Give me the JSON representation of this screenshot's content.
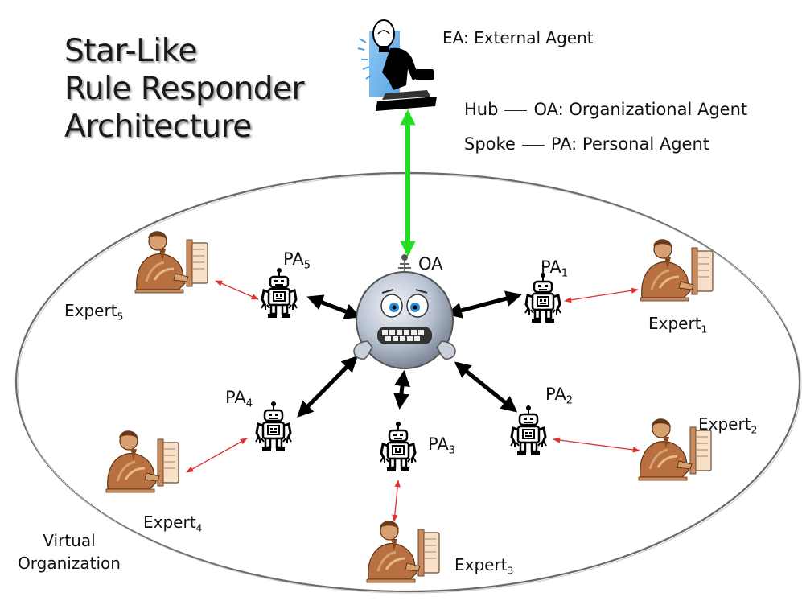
{
  "title": {
    "line1": "Star-Like",
    "line2": "Rule Responder",
    "line3": "Architecture"
  },
  "external_agent": {
    "label": "EA: External Agent"
  },
  "legend": {
    "hub": {
      "term": "Hub",
      "definition": "OA: Organizational Agent"
    },
    "spoke": {
      "term": "Spoke",
      "definition": "PA: Personal Agent"
    }
  },
  "hub": {
    "label": "OA"
  },
  "personal_agents": [
    {
      "base": "PA",
      "index": "1"
    },
    {
      "base": "PA",
      "index": "2"
    },
    {
      "base": "PA",
      "index": "3"
    },
    {
      "base": "PA",
      "index": "4"
    },
    {
      "base": "PA",
      "index": "5"
    }
  ],
  "experts": [
    {
      "base": "Expert",
      "index": "1"
    },
    {
      "base": "Expert",
      "index": "2"
    },
    {
      "base": "Expert",
      "index": "3"
    },
    {
      "base": "Expert",
      "index": "4"
    },
    {
      "base": "Expert",
      "index": "5"
    }
  ],
  "region": {
    "line1": "Virtual",
    "line2": "Organization"
  },
  "colors": {
    "ea_link": "#22dd22",
    "hub_links": "#000000",
    "expert_links": "#e03030",
    "ellipse": "#666666"
  }
}
